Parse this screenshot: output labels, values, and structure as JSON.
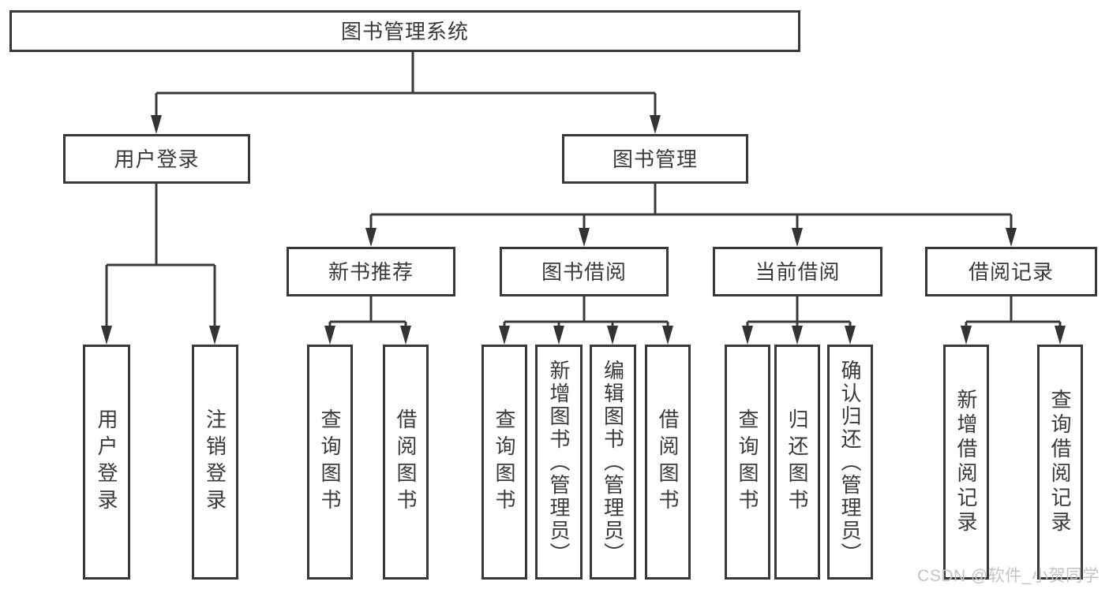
{
  "tree": {
    "root": "图书管理系统",
    "login": {
      "label": "用户登录",
      "children": [
        "用户登录",
        "注销登录"
      ]
    },
    "mgmt": {
      "label": "图书管理",
      "children": [
        {
          "label": "新书推荐",
          "children": [
            "查询图书",
            "借阅图书"
          ]
        },
        {
          "label": "图书借阅",
          "children": [
            "查询图书",
            "新增图书（管理员）",
            "编辑图书（管理员）",
            "借阅图书"
          ]
        },
        {
          "label": "当前借阅",
          "children": [
            "查询图书",
            "归还图书",
            "确认归还（管理员）"
          ]
        },
        {
          "label": "借阅记录",
          "children": [
            "新增借阅记录",
            "查询借阅记录"
          ]
        }
      ]
    }
  },
  "watermark": {
    "text": "CSDN @软件_小贺同学",
    "color": "#c4c4c8"
  },
  "colors": {
    "line": "#3a3a3a",
    "arrow": "#333333",
    "box_border": "#383838",
    "text": "#3a3a3a",
    "background": "#ffffff"
  }
}
